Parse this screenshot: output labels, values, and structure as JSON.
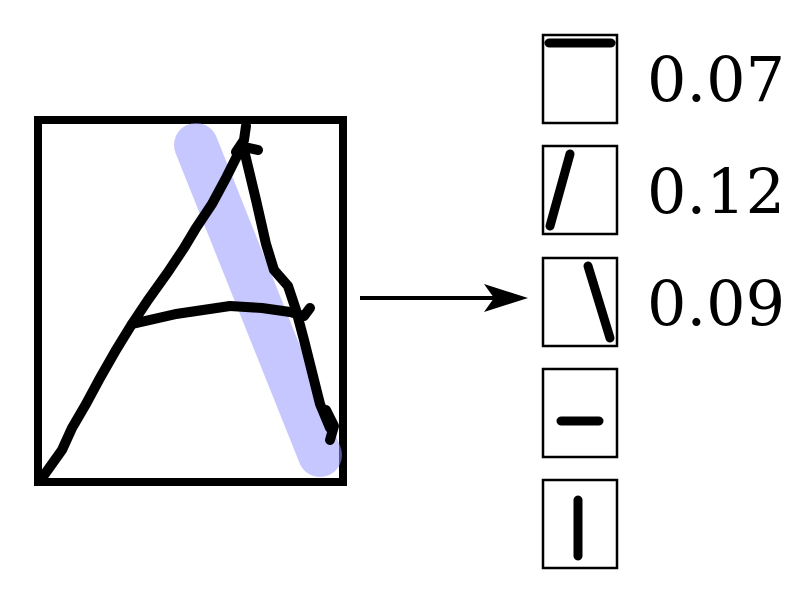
{
  "colors": {
    "stroke": "#000000",
    "highlight": "#9999ff",
    "background": "#ffffff"
  },
  "input_glyph": {
    "icon": "handwritten-letter-a-icon"
  },
  "filters": [
    {
      "icon": "horizontal-top-stroke-icon",
      "score": "0.07"
    },
    {
      "icon": "forward-slash-stroke-icon",
      "score": "0.12"
    },
    {
      "icon": "backslash-stroke-icon",
      "score": "0.09"
    },
    {
      "icon": "short-horizontal-stroke-icon",
      "score": ""
    },
    {
      "icon": "vertical-stroke-icon",
      "score": ""
    }
  ]
}
